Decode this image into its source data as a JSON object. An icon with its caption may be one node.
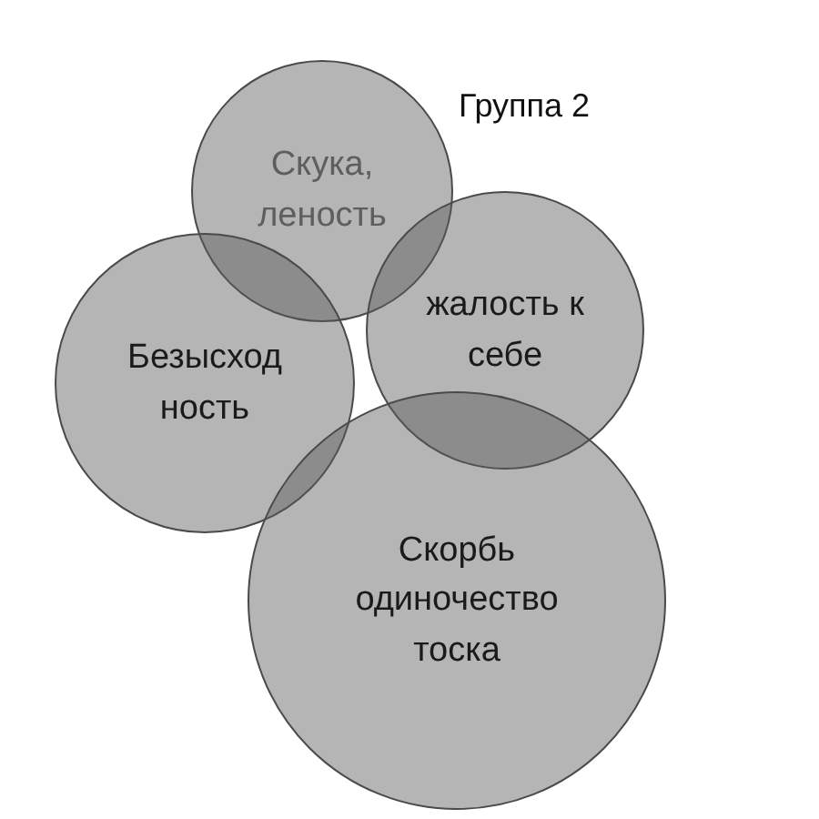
{
  "diagram": {
    "nodes": [
      {
        "text": [
          "Скука, леность"
        ]
      },
      {
        "text": [
          "жалость к себе"
        ]
      },
      {
        "text": [
          "Безысход ность"
        ]
      },
      {
        "text": [
          "Скорбь одиночество тоска"
        ]
      }
    ],
    "labels": [
      "Группа 2"
    ]
  }
}
